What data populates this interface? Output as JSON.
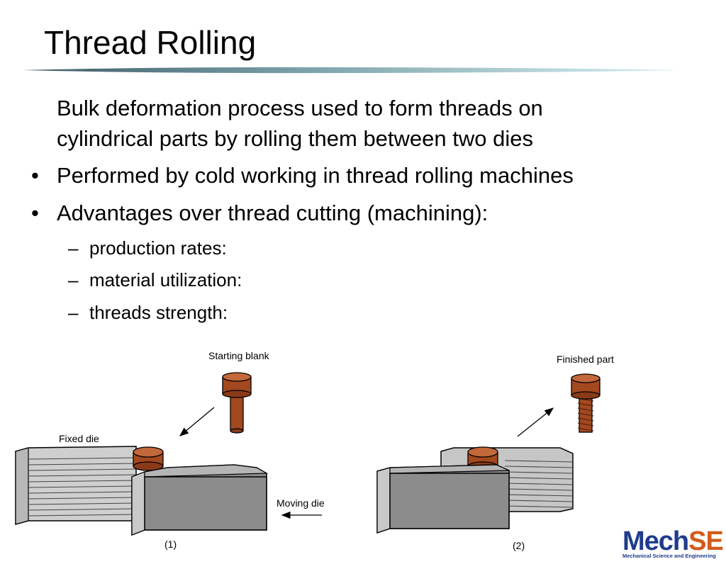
{
  "slide": {
    "title": "Thread Rolling",
    "intro_line1": "Bulk deformation process used to form threads on",
    "intro_line2": "cylindrical parts by rolling them between two dies",
    "bullets": [
      "Performed by cold working in thread rolling machines",
      "Advantages over thread cutting (machining):"
    ],
    "sub_bullets": [
      "production rates:",
      "material utilization:",
      "threads strength:"
    ],
    "bullet_symbol": "•",
    "dash_symbol": "–"
  },
  "figure": {
    "label_starting_blank": "Starting blank",
    "label_fixed_die": "Fixed die",
    "label_moving_die": "Moving die",
    "label_finished_part": "Finished part",
    "caption_1": "(1)",
    "caption_2": "(2)"
  },
  "logo": {
    "part1": "Mech",
    "part2": "SE",
    "tagline": "Mechanical Science and Engineering"
  },
  "colors": {
    "part": "#a3481f",
    "die_front": "#8c8c8c",
    "die_side": "#b5b5b5",
    "logo_blue": "#1f3c8c",
    "logo_orange": "#d45a1a"
  }
}
